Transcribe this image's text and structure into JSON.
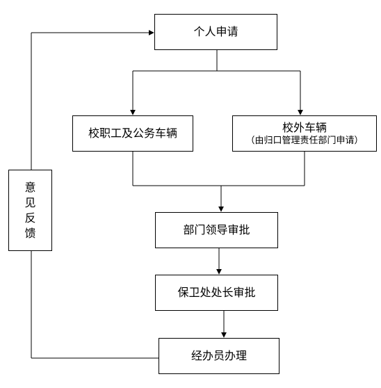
{
  "nodes": {
    "personal_apply": "个人申请",
    "staff_vehicle": "校职工及公务车辆",
    "outside_vehicle": "校外车辆",
    "outside_vehicle_note": "（由归口管理责任部门申请）",
    "dept_leader": "部门领导审批",
    "security_chief": "保卫处处长审批",
    "clerk": "经办员办理",
    "feedback": [
      "意",
      "见",
      "反",
      "馈"
    ]
  }
}
